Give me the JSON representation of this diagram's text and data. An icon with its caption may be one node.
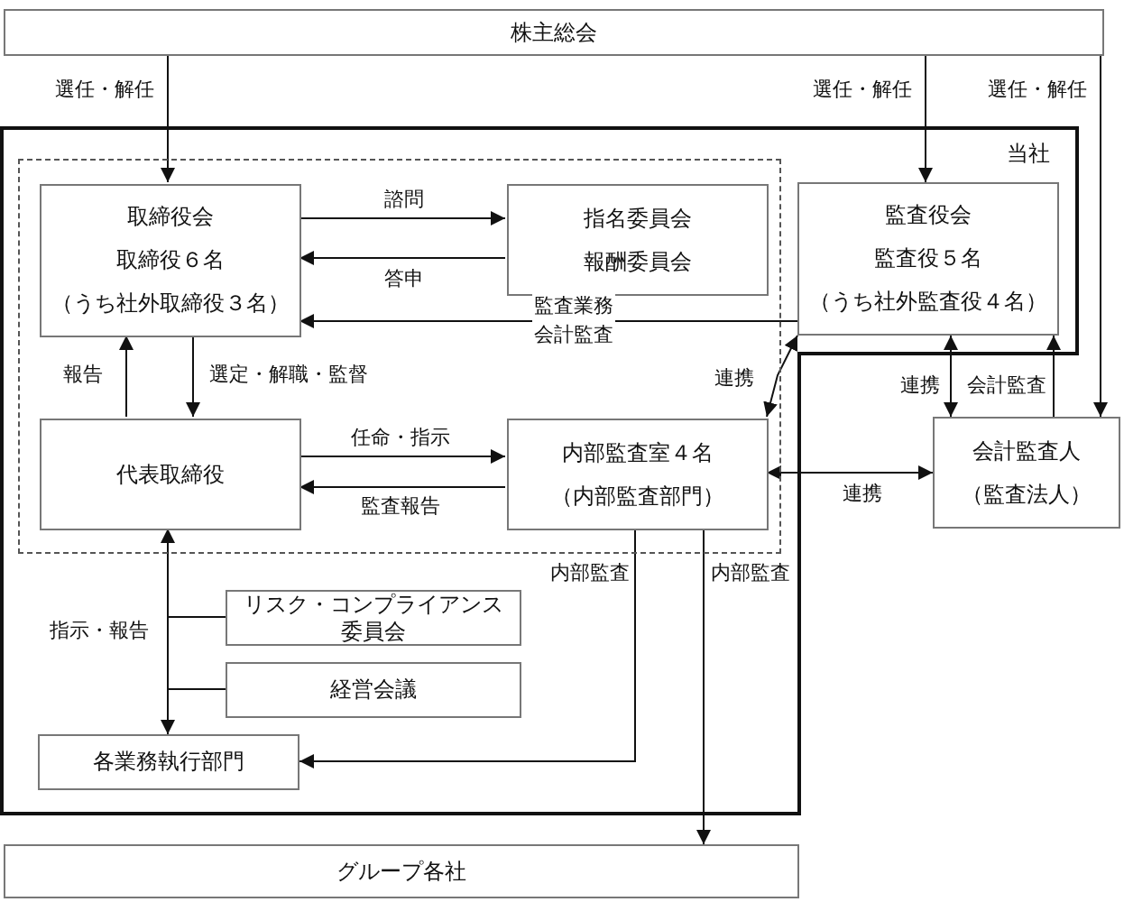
{
  "diagram": {
    "nodes": [
      {
        "text": [
          "株主総会"
        ]
      },
      {
        "text": [
          "当社"
        ]
      },
      {
        "text": [],
        "shape": "box",
        "in": 1
      },
      {
        "text": [
          "取締役会",
          "取締役６名",
          "（うち社外取締役３名）"
        ],
        "in": 2
      },
      {
        "text": [
          "指名委員会",
          "報酬委員会"
        ],
        "in": 2
      },
      {
        "text": [
          "監査役会",
          "監査役５名",
          "（うち社外監査役４名）"
        ],
        "in": 1
      },
      {
        "text": [
          "代表取締役"
        ],
        "in": 2
      },
      {
        "text": [
          "内部監査室４名",
          "（内部監査部門）"
        ],
        "in": 2
      },
      {
        "text": [
          "会計監査人",
          "（監査法人）"
        ]
      },
      {
        "text": [
          "リスク・コンプライアンス委員会"
        ],
        "in": 1
      },
      {
        "text": [
          "経営会議"
        ],
        "in": 1
      },
      {
        "text": [
          "各業務執行部門"
        ],
        "in": 1
      },
      {
        "text": [
          "グループ各社"
        ]
      }
    ],
    "edges": [
      {
        "from": 0,
        "to": 3,
        "arrow": "to",
        "label": "選任・解任"
      },
      {
        "from": 0,
        "to": 5,
        "arrow": "to",
        "label": "選任・解任"
      },
      {
        "from": 0,
        "to": 8,
        "arrow": "to",
        "label": "選任・解任"
      },
      {
        "from": 3,
        "to": 4,
        "arrow": "to",
        "label": "諮問"
      },
      {
        "from": 4,
        "to": 3,
        "arrow": "to",
        "label": "答申"
      },
      {
        "from": 5,
        "to": 3,
        "arrow": "to",
        "label": "監査業務会計監査"
      },
      {
        "from": 3,
        "to": 6,
        "arrow": "to",
        "label": "選定・解職・監督"
      },
      {
        "from": 6,
        "to": 3,
        "arrow": "to",
        "label": "報告"
      },
      {
        "from": 6,
        "to": 7,
        "arrow": "to",
        "label": "任命・指示"
      },
      {
        "from": 7,
        "to": 6,
        "arrow": "to",
        "label": "監査報告"
      },
      {
        "from": 5,
        "to": 7,
        "arrow": "both",
        "label": "連携"
      },
      {
        "from": 5,
        "to": 8,
        "arrow": "both",
        "label": "連携"
      },
      {
        "from": 8,
        "to": 5,
        "arrow": "to",
        "label": "会計監査"
      },
      {
        "from": 7,
        "to": 8,
        "arrow": "both",
        "label": "連携"
      },
      {
        "from": 6,
        "to": 11,
        "arrow": "both",
        "label": "指示・報告"
      },
      {
        "from": 9,
        "to": 11,
        "arrow": "none"
      },
      {
        "from": 10,
        "to": 11,
        "arrow": "none"
      },
      {
        "from": 7,
        "to": 11,
        "arrow": "to",
        "label": "内部監査"
      },
      {
        "from": 7,
        "to": 12,
        "arrow": "to",
        "label": "内部監査"
      }
    ]
  }
}
